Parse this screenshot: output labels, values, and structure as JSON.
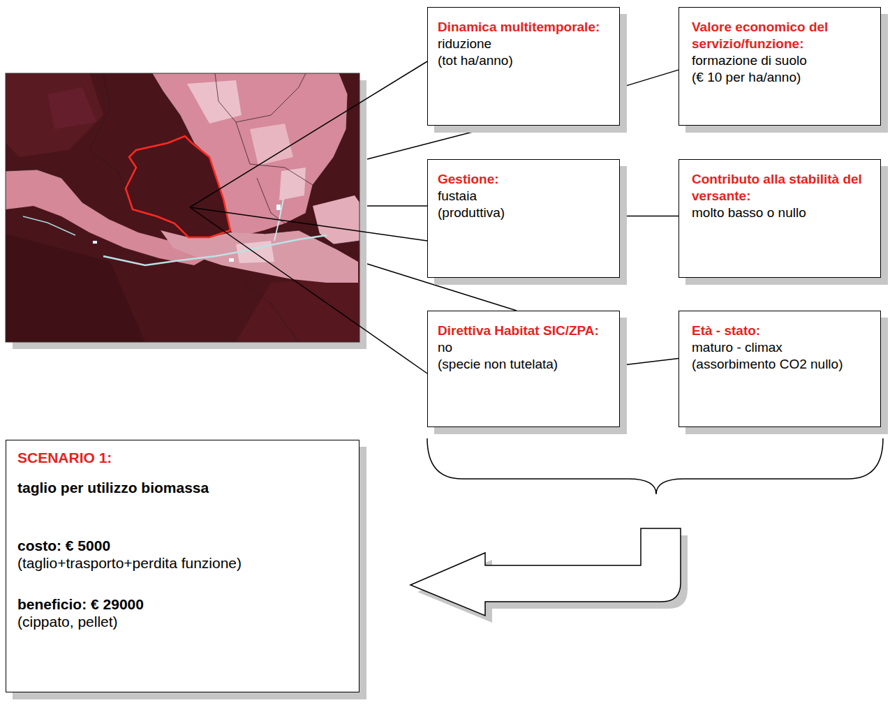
{
  "diagram": {
    "nodes": [
      {
        "text": [
          "Dinamica multitemporale:",
          "riduzione",
          "(tot ha/anno)"
        ]
      },
      {
        "text": [
          "Valore economico del servizio/funzione:",
          "formazione di suolo",
          "(€ 10 per ha/anno)"
        ]
      },
      {
        "text": [
          "Gestione:",
          "fustaia",
          "(produttiva)"
        ]
      },
      {
        "text": [
          "Contributo alla stabilità del versante:",
          "molto basso o nullo"
        ]
      },
      {
        "text": [
          "Direttiva Habitat SIC/ZPA:",
          "no",
          "(specie non tutelata)"
        ]
      },
      {
        "text": [
          "Età - stato:",
          "maturo - climax",
          "(assorbimento CO2 nullo)"
        ]
      },
      {
        "text": [
          "SCENARIO 1:",
          "taglio per utilizzo biomassa",
          "costo: € 5000",
          "(taglio+trasporto+perdita funzione)",
          "beneficio: € 29000",
          "(cippato, pellet)"
        ]
      }
    ],
    "edges": [
      {
        "from": 0,
        "to": 1,
        "arrow": "none"
      },
      {
        "from": 2,
        "to": 3,
        "arrow": "none"
      },
      {
        "from": 4,
        "to": 5,
        "arrow": "none"
      }
    ]
  }
}
